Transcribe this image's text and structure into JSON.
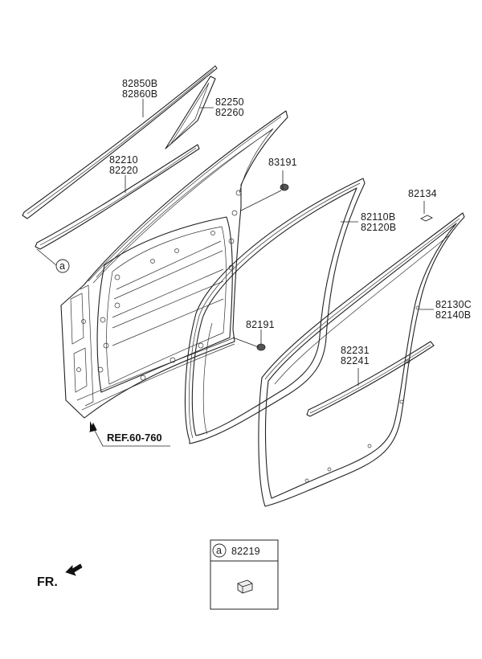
{
  "labels": {
    "p82850": "82850B",
    "p82860": "82860B",
    "p82250": "82250",
    "p82260": "82260",
    "p82210": "82210",
    "p82220": "82220",
    "p83191": "83191",
    "p82134": "82134",
    "p82110": "82110B",
    "p82120": "82120B",
    "p82130": "82130C",
    "p82140": "82140B",
    "p82191": "82191",
    "p82231": "82231",
    "p82241": "82241",
    "ref": "REF.60-760",
    "callout_a": "a",
    "inset_letter": "a",
    "inset_part": "82219",
    "front": "FR."
  }
}
